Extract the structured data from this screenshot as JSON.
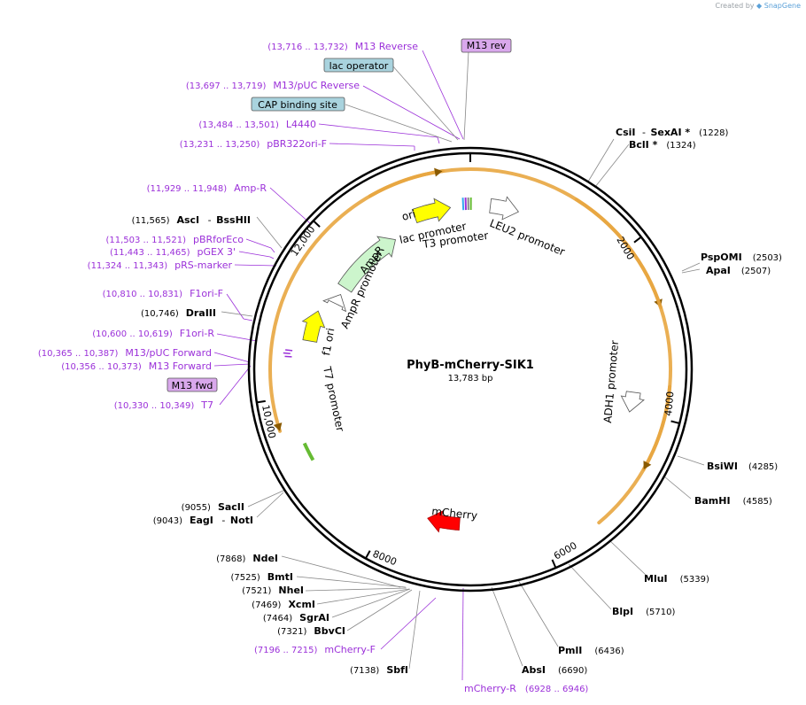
{
  "credit": {
    "prefix": "Created by",
    "brand": "SnapGene"
  },
  "plasmid": {
    "name": "PhyB-mCherry-SIK1",
    "size": "13,783 bp",
    "length": 13783
  },
  "colors": {
    "backbone": "#000000",
    "primer": "#9b30d9",
    "primer_box": "#d9a8ec",
    "misc_box": "#a9d3de",
    "ori": "#ffff00",
    "ampr": "#ccf5cc",
    "mcherry": "#ff0000",
    "t7_green": "#66bb33",
    "orf_arc": "#e8a640",
    "enzyme_label": "#000000"
  },
  "tick_labels": [
    "2000",
    "4000",
    "6000",
    "8000",
    "10,000",
    "12,000"
  ],
  "boxed_labels": [
    {
      "text": "M13 rev",
      "kind": "primer"
    },
    {
      "text": "lac operator",
      "kind": "misc"
    },
    {
      "text": "CAP binding site",
      "kind": "misc"
    },
    {
      "text": "M13 fwd",
      "kind": "primer"
    }
  ],
  "primers_left": [
    {
      "range": "(13,716 .. 13,732)",
      "name": "M13 Reverse"
    },
    {
      "range": "(13,697 .. 13,719)",
      "name": "M13/pUC Reverse"
    },
    {
      "range": "(13,484 .. 13,501)",
      "name": "L4440"
    },
    {
      "range": "(13,231 .. 13,250)",
      "name": "pBR322ori-F"
    },
    {
      "range": "(11,929 .. 11,948)",
      "name": "Amp-R"
    },
    {
      "range": "(11,503 .. 11,521)",
      "name": "pBRforEco"
    },
    {
      "range": "(11,443 .. 11,465)",
      "name": "pGEX 3'"
    },
    {
      "range": "(11,324 .. 11,343)",
      "name": "pRS-marker"
    },
    {
      "range": "(10,810 .. 10,831)",
      "name": "F1ori-F"
    },
    {
      "range": "(10,600 .. 10,619)",
      "name": "F1ori-R"
    },
    {
      "range": "(10,365 .. 10,387)",
      "name": "M13/pUC Forward"
    },
    {
      "range": "(10,356 .. 10,373)",
      "name": "M13 Forward"
    },
    {
      "range": "(10,330 .. 10,349)",
      "name": "T7"
    },
    {
      "range": "(7196 .. 7215)",
      "name": "mCherry-F"
    }
  ],
  "primer_bottom": {
    "name": "mCherry-R",
    "range": "(6928 .. 6946)"
  },
  "enzymes_left": [
    {
      "pos": "(11,565)",
      "name": "AscI",
      "name2": "BssHII"
    },
    {
      "pos": "(10,746)",
      "name": "DraIII"
    },
    {
      "pos": "(9055)",
      "name": "SacII"
    },
    {
      "pos": "(9043)",
      "name": "EagI",
      "name2": "NotI"
    },
    {
      "pos": "(7868)",
      "name": "NdeI"
    },
    {
      "pos": "(7525)",
      "name": "BmtI"
    },
    {
      "pos": "(7521)",
      "name": "NheI"
    },
    {
      "pos": "(7469)",
      "name": "XcmI"
    },
    {
      "pos": "(7464)",
      "name": "SgrAI"
    },
    {
      "pos": "(7321)",
      "name": "BbvCI"
    },
    {
      "pos": "(7138)",
      "name": "SbfI"
    }
  ],
  "enzymes_right": [
    {
      "name": "CsiI",
      "name2": "SexAI *",
      "pos": "(1228)"
    },
    {
      "name": "BclI *",
      "pos": "(1324)"
    },
    {
      "name": "PspOMI",
      "pos": "(2503)"
    },
    {
      "name": "ApaI",
      "pos": "(2507)"
    },
    {
      "name": "BsiWI",
      "pos": "(4285)"
    },
    {
      "name": "BamHI",
      "pos": "(4585)"
    },
    {
      "name": "MluI",
      "pos": "(5339)"
    },
    {
      "name": "BlpI",
      "pos": "(5710)"
    },
    {
      "name": "PmlI",
      "pos": "(6436)"
    },
    {
      "name": "AbsI",
      "pos": "(6690)"
    }
  ],
  "features": {
    "ori": "ori",
    "lac_promoter": "lac promoter",
    "t3_promoter": "T3 promoter",
    "leu2_promoter": "LEU2 promoter",
    "ampr": "AmpR",
    "ampr_promoter": "AmpR promoter",
    "f1_ori": "f1 ori",
    "t7_promoter": "T7 promoter",
    "adh1_promoter": "ADH1 promoter",
    "mcherry": "mCherry"
  }
}
